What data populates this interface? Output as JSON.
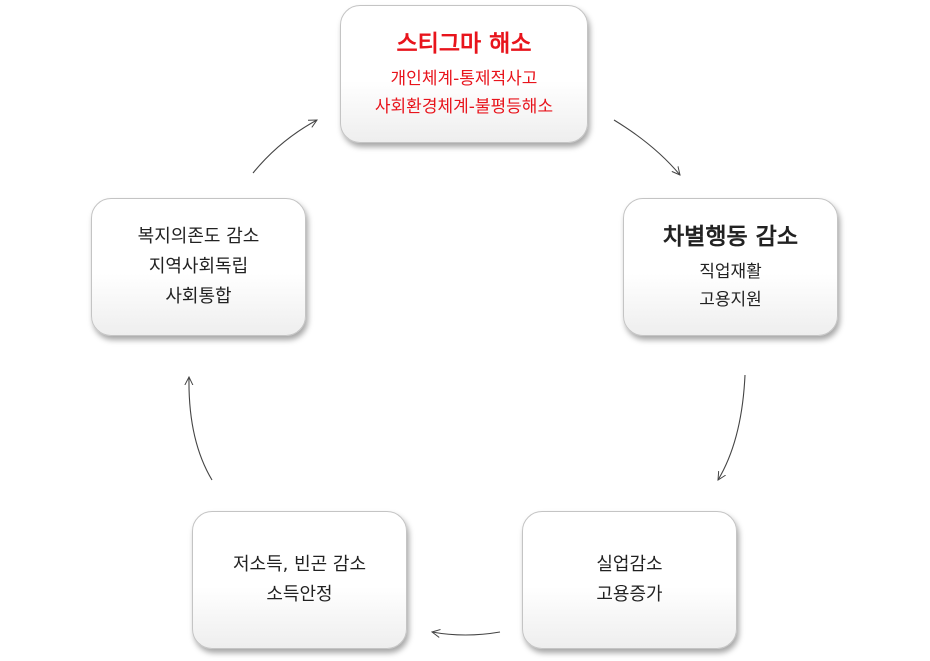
{
  "nodes": [
    {
      "title": "스티그마 해소",
      "lines": [
        "개인체계-통제적사고",
        "사회환경체계-불평등해소"
      ],
      "color": "#e8141c"
    },
    {
      "title": "차별행동 감소",
      "lines": [
        "직업재활",
        "고용지원"
      ]
    },
    {
      "lines": [
        "실업감소",
        "고용증가"
      ]
    },
    {
      "lines": [
        "저소득, 빈곤 감소",
        "소득안정"
      ]
    },
    {
      "lines": [
        "복지의존도 감소",
        "지역사회독립",
        "사회통합"
      ]
    }
  ]
}
